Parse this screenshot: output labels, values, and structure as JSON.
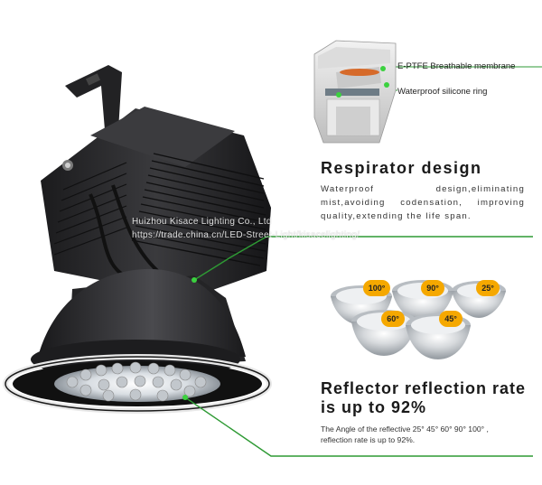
{
  "colors": {
    "accent_green": "#2e9a34",
    "product_dark": "#2a2a2c",
    "badge_orange": "#f5a800"
  },
  "watermark": {
    "company": "Huizhou Kisace Lighting Co., Ltd",
    "url": "https://trade.china.cn/LED-Street-Light/kisacelighting/"
  },
  "respirator": {
    "callout_membrane": "E-PTFE Breathable membrane",
    "callout_ring": "Waterproof silicone ring",
    "title": "Respirator design",
    "description": "Waterproof design,eliminating mist,avoiding codensation, improving quality,extending the life span."
  },
  "reflector": {
    "title": "Reflector reflection rate is up to 92%",
    "description": "The Angle of the reflective 25° 45° 60° 90° 100° , reflection rate is up to 92%.",
    "angle_badges": [
      "100°",
      "90°",
      "25°",
      "60°",
      "45°"
    ]
  }
}
